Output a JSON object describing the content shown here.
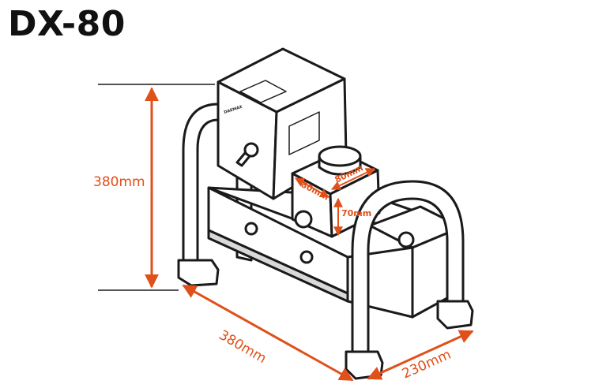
{
  "model": "DX-80",
  "brand_mark": "DAEMAX",
  "colors": {
    "dimension": "#e0501a",
    "outline": "#1a1a1a",
    "panel": "#ffffff",
    "shadow": "#d9d9d9"
  },
  "dimensions": {
    "height": "380mm",
    "length": "380mm",
    "depth": "230mm",
    "punch_width": "80mm",
    "punch_depth": "80mm",
    "punch_height": "70mm"
  }
}
